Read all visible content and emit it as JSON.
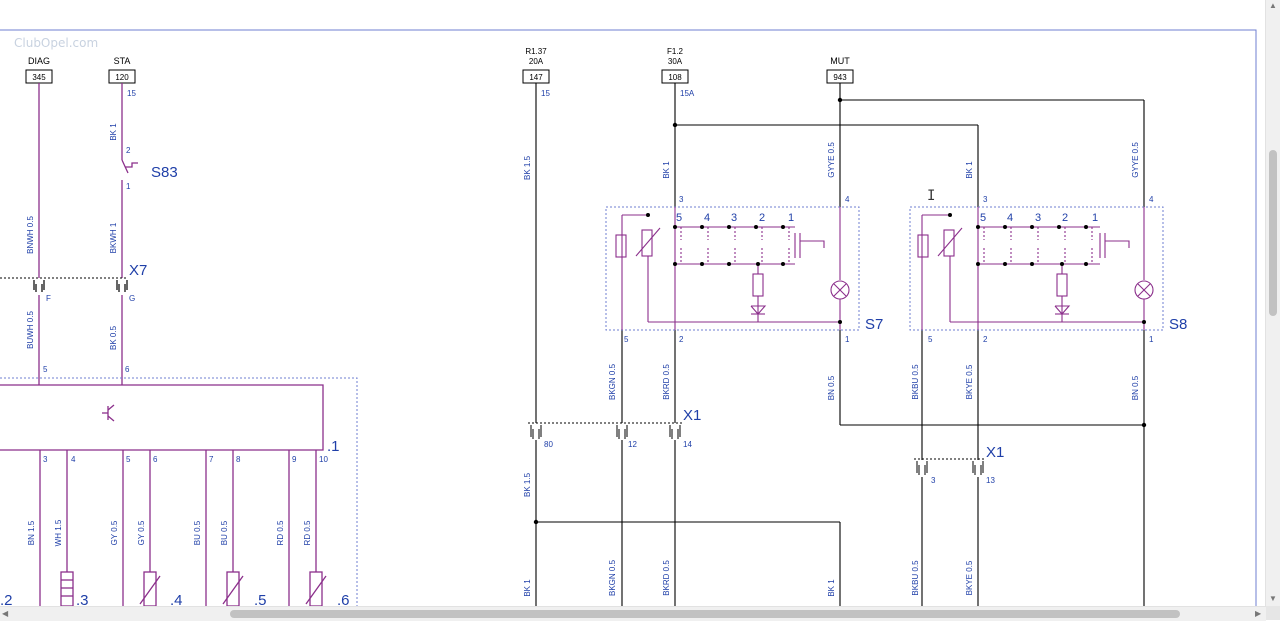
{
  "colors": {
    "wire": "#8b2f8b",
    "label": "#1f3fa8",
    "frame": "#6f7fd0",
    "dot": "#000000",
    "box": "#000000"
  },
  "watermark": "ClubOpel.com",
  "terminals": [
    {
      "id": "diag",
      "name": "DIAG",
      "num": "345"
    },
    {
      "id": "sta",
      "name": "STA",
      "num": "120"
    },
    {
      "id": "t147",
      "name": "R1.37",
      "sub": "20A",
      "num": "147"
    },
    {
      "id": "t108",
      "name": "F1.2",
      "sub": "30A",
      "num": "108"
    },
    {
      "id": "mut",
      "name": "MUT",
      "num": "943"
    }
  ],
  "components": {
    "s83": "S83",
    "x7": "X7",
    "s7": "S7",
    "s8": "S8",
    "x1a": "X1",
    "x1b": "X1",
    "module": ".1",
    "c2": ".2",
    "c3": ".3",
    "c4": ".4",
    "c5": ".5",
    "c6": ".6"
  },
  "wires": {
    "sta_top": "BK 1",
    "diag_mid": "BNWH 0.5",
    "sta_mid": "BKWH 1",
    "diag_low": "BUWH 0.5",
    "sta_low": "BK 0.5",
    "w147": "BK 1.5",
    "w108": "BK 1",
    "wmut": "GYYE 0.5",
    "w108b": "BK 1",
    "wmutb": "GYYE 0.5",
    "s7p5": "BKGN 0.5",
    "s7p2": "BKRD 0.5",
    "s7p1": "BN 0.5",
    "s8p5": "BKBU 0.5",
    "s8p2": "BKYE 0.5",
    "s8p1": "BN 0.5",
    "m3": "BN 1.5",
    "m4": "WH 1.5",
    "m5": "GY 0.5",
    "m6": "GY 0.5",
    "m7": "BU 0.5",
    "m8": "BU 0.5",
    "m9": "RD 0.5",
    "m10": "RD 0.5",
    "x1_80": "BK 1.5",
    "b1": "BK 1",
    "b2": "BKGN 0.5",
    "b3": "BKRD 0.5",
    "b4": "BK 1",
    "b5": "BKBU 0.5",
    "b6": "BKYE 0.5"
  },
  "pins": {
    "sta15": "15",
    "s83_2": "2",
    "s83_1": "1",
    "x7f": "F",
    "x7g": "G",
    "m5a": "5",
    "m6a": "6",
    "p147": "15",
    "p108": "15A",
    "s7_3": "3",
    "s7_4": "4",
    "s7_5": "5",
    "s7_2": "2",
    "s7_1": "1",
    "s8_3": "3",
    "s8_4": "4",
    "s8_5": "5",
    "s8_2": "2",
    "s8_1": "1",
    "sw5": "5",
    "sw4": "4",
    "sw3": "3",
    "sw2": "2",
    "sw1": "1",
    "x1_80": "80",
    "x1_12": "12",
    "x1_14": "14",
    "x1_3": "3",
    "x1_13": "13",
    "mp3": "3",
    "mp4": "4",
    "mp5": "5",
    "mp6": "6",
    "mp7": "7",
    "mp8": "8",
    "mp9": "9",
    "mp10": "10"
  }
}
